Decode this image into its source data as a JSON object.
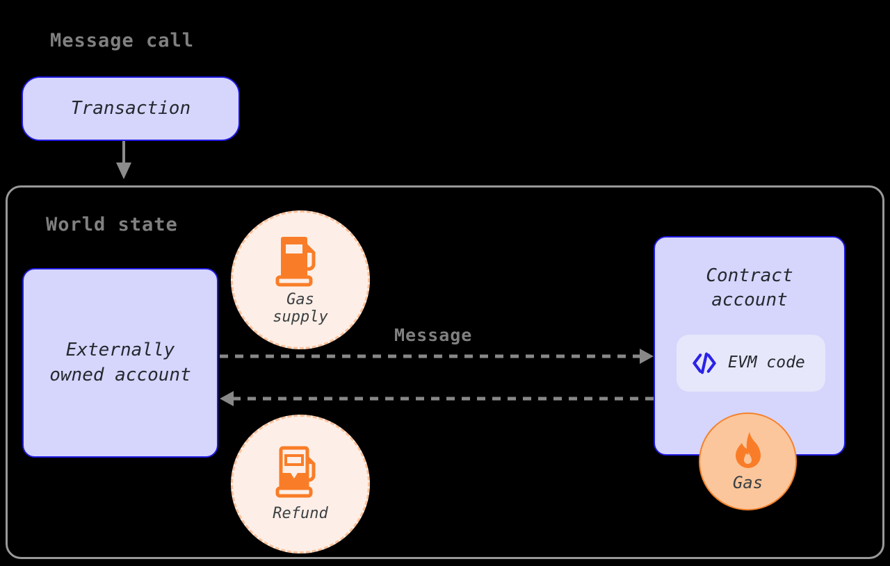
{
  "diagram": {
    "title": "Message call",
    "background_color": "#000000",
    "accent_blue": "#1f1ae0",
    "node_fill": "#d6d5fc",
    "accent_orange": "#f5822c",
    "arrow_gray": "#888888",
    "heading_gray": "#808080"
  },
  "headings": {
    "message_call": "Message call",
    "world_state": "World state"
  },
  "transaction": {
    "label": "Transaction"
  },
  "externally_owned_account": {
    "line1": "Externally",
    "line2": "owned account"
  },
  "contract_account": {
    "line1": "Contract",
    "line2": "account",
    "evm_chip": {
      "icon": "code-icon",
      "label": "EVM code"
    }
  },
  "gas_supply": {
    "icon": "fuel-pump-full-icon",
    "label": "Gas\nsupply"
  },
  "refund": {
    "icon": "fuel-pump-partial-icon",
    "label": "Refund"
  },
  "gas_badge": {
    "icon": "flame-icon",
    "label": "Gas"
  },
  "arrows": {
    "transaction_to_world_state": {
      "style": "solid",
      "color": "#8c8c8c",
      "direction": "down"
    },
    "message_outbound": {
      "label": "Message",
      "style": "dashed",
      "color": "#888888",
      "direction": "right"
    },
    "message_return": {
      "style": "dashed",
      "color": "#888888",
      "direction": "left"
    }
  }
}
